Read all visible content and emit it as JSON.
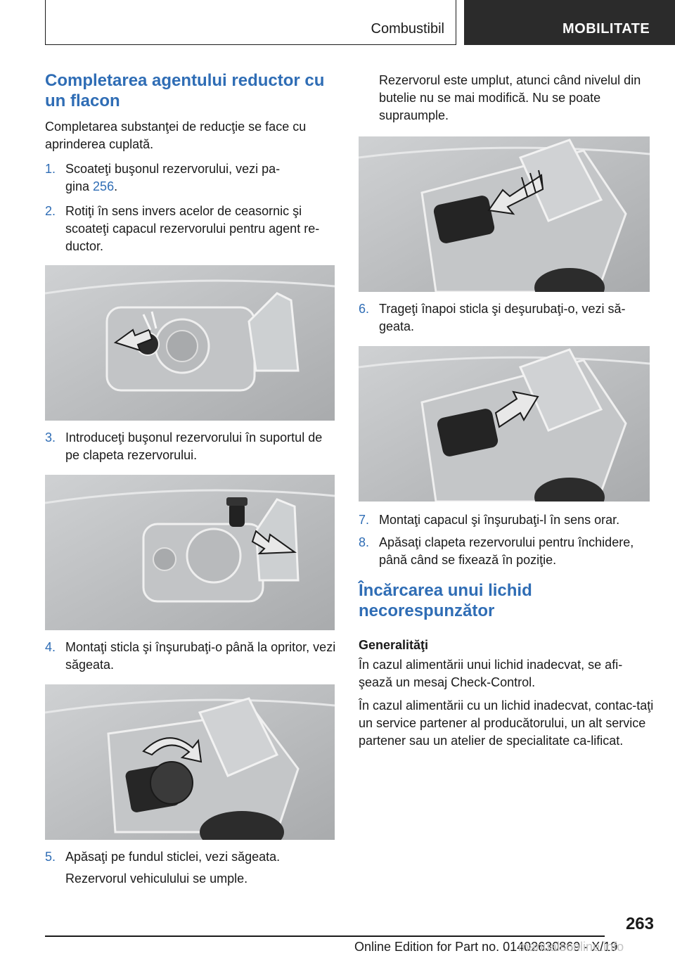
{
  "header": {
    "chapter": "Combustibil",
    "section": "MOBILITATE"
  },
  "left": {
    "title": "Completarea agentului reductor cu un flacon",
    "intro": "Completarea substanţei de reducţie se face cu aprinderea cuplată.",
    "step1": {
      "num": "1.",
      "text_a": "Scoateţi buşonul rezervorului, vezi pa-",
      "text_b": "gina ",
      "ref": "256",
      "text_c": "."
    },
    "step2": {
      "num": "2.",
      "text": "Rotiţi în sens invers acelor de ceasornic şi scoateţi capacul rezervorului pentru agent re-ductor."
    },
    "step3": {
      "num": "3.",
      "text": "Introduceţi buşonul rezervorului în suportul de pe clapeta rezervorului."
    },
    "step4": {
      "num": "4.",
      "text": "Montaţi sticla şi înşurubaţi-o până la opritor, vezi săgeata."
    },
    "step5": {
      "num": "5.",
      "text": "Apăsaţi pe fundul sticlei, vezi săgeata.",
      "sub": "Rezervorul vehiculului se umple."
    }
  },
  "right": {
    "cont": "Rezervorul este umplut, atunci când nivelul din butelie nu se mai modifică. Nu se poate supraumple.",
    "step6": {
      "num": "6.",
      "text": "Trageţi înapoi sticla şi deşurubaţi-o, vezi să-geata."
    },
    "step7": {
      "num": "7.",
      "text": "Montaţi capacul şi înşurubaţi-l în sens orar."
    },
    "step8": {
      "num": "8.",
      "text": "Apăsaţi clapeta rezervorului pentru închidere, până când se fixează în poziţie."
    },
    "title2": "Încărcarea unui lichid necorespunzător",
    "subtitle": "Generalităţi",
    "p1": "În cazul alimentării unui lichid inadecvat, se afi-şează un mesaj Check-Control.",
    "p2": "În cazul alimentării cu un lichid inadecvat, contac-taţi un service partener al producătorului, un alt service partener sau un atelier de specialitate ca-lificat."
  },
  "footer": {
    "page": "263",
    "edition": "Online Edition for Part no. 01402630869 - X/19",
    "site": "manualsonline.info"
  },
  "colors": {
    "accent": "#2f6db5",
    "header_dark": "#2b2b2b",
    "figure_bg": "#b5b7b9"
  }
}
